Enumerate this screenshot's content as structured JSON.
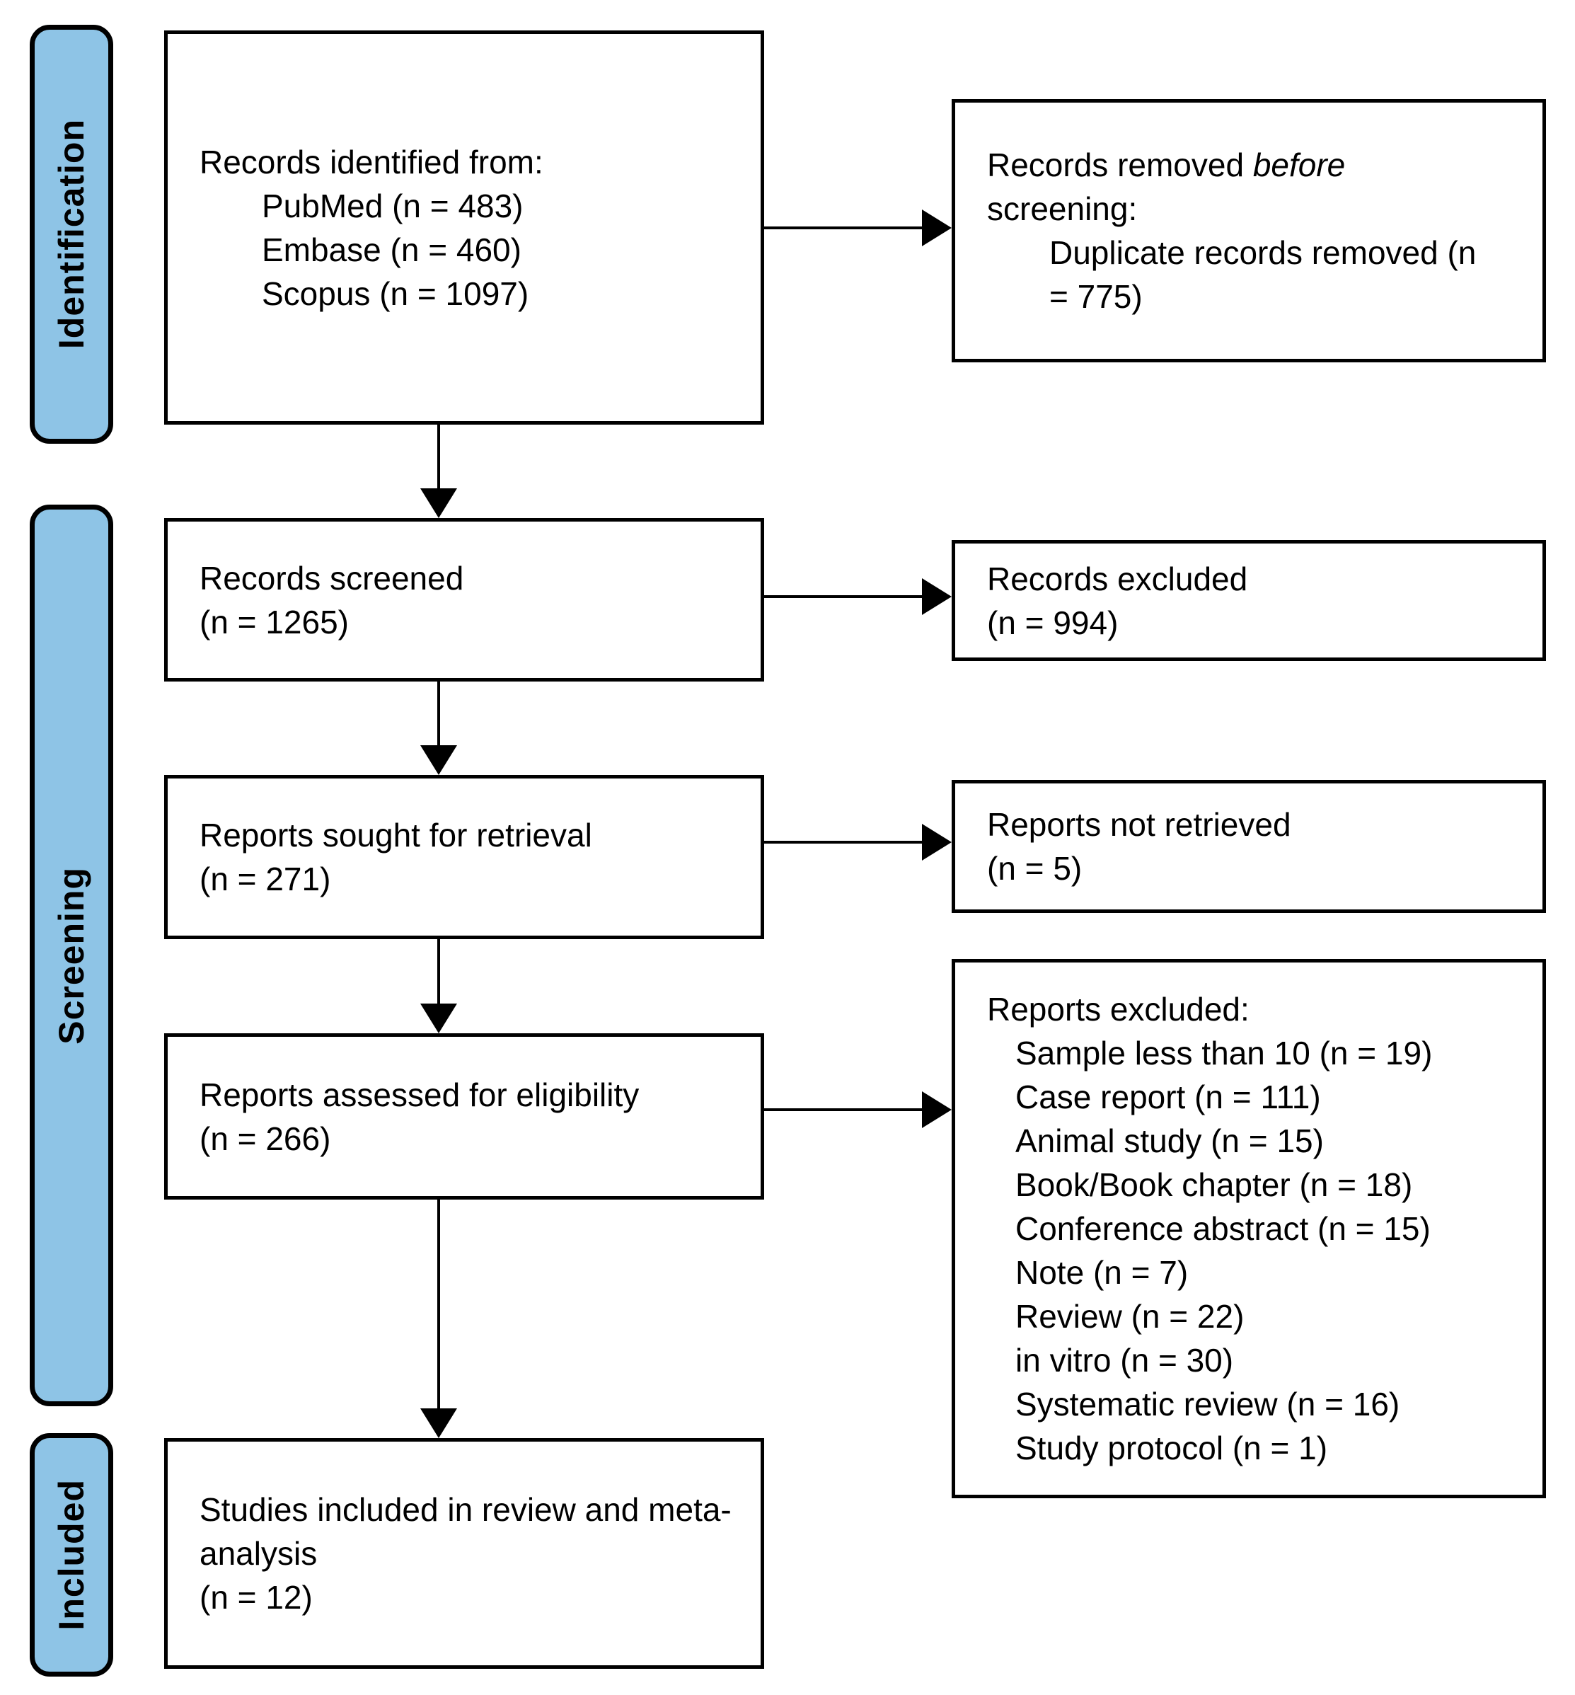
{
  "colors": {
    "stage_fill": "#8EC4E6",
    "line_color": "#000000",
    "box_fill": "#FFFFFF"
  },
  "stages": [
    {
      "label": "Identification"
    },
    {
      "label": "Screening"
    },
    {
      "label": "Included"
    }
  ],
  "boxes": {
    "identified": {
      "title": "Records identified from:",
      "items": [
        "PubMed (n = 483)",
        "Embase (n = 460)",
        "Scopus (n = 1097)"
      ]
    },
    "removed_before_screening": {
      "title_prefix": "Records removed ",
      "title_emphasis": "before",
      "title_suffix": " screening:",
      "items": [
        "Duplicate records removed (n = 775)"
      ]
    },
    "screened": {
      "lines": [
        "Records screened",
        "(n = 1265)"
      ]
    },
    "records_excluded": {
      "lines": [
        "Records excluded",
        "(n = 994)"
      ]
    },
    "sought": {
      "lines": [
        "Reports sought for retrieval",
        "(n = 271)"
      ]
    },
    "not_retrieved": {
      "lines": [
        "Reports not retrieved",
        "(n = 5)"
      ]
    },
    "assessed": {
      "lines": [
        "Reports assessed for eligibility",
        "(n = 266)"
      ]
    },
    "reports_excluded": {
      "title": "Reports excluded:",
      "items": [
        "Sample less than 10 (n = 19)",
        "Case report (n = 111)",
        "Animal study (n = 15)",
        "Book/Book chapter (n = 18)",
        "Conference abstract (n = 15)",
        "Note (n = 7)",
        "Review (n = 22)",
        "in vitro (n = 30)",
        "Systematic review (n = 16)",
        "Study protocol (n = 1)"
      ]
    },
    "included": {
      "lines": [
        "Studies included in review and meta-analysis",
        "(n = 12)"
      ]
    }
  }
}
